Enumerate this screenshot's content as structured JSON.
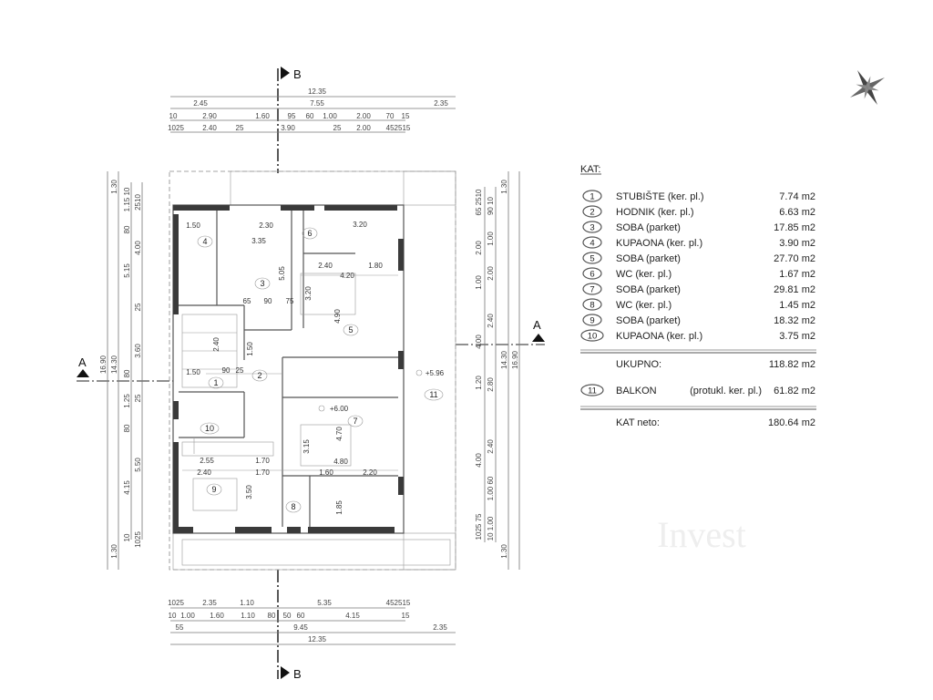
{
  "section_marks": {
    "b": "B",
    "a": "A"
  },
  "watermark": "Invest",
  "dims_top": {
    "r1": [
      "12.35"
    ],
    "r2": [
      "2.45",
      "7.55",
      "2.35"
    ],
    "r3": [
      "10",
      "2.90",
      "1.60",
      "95",
      "60",
      "1.00",
      "2.00",
      "70",
      "15"
    ],
    "r4": [
      "1025",
      "2.40",
      "25",
      "3.90",
      "25",
      "2.00",
      "452515"
    ]
  },
  "dims_bottom": {
    "r1": [
      "1025",
      "2.35",
      "1.10",
      "5.35",
      "452515"
    ],
    "r2": [
      "10",
      "1.00",
      "1.60",
      "1.10",
      "80",
      "50",
      "60",
      "4.15",
      "15"
    ],
    "r3": [
      "55",
      "9.45",
      "2.35"
    ],
    "r4": [
      "12.35"
    ]
  },
  "dims_left": {
    "c1": [
      "16.90"
    ],
    "c2": [
      "1.30",
      "14.30",
      "1.30"
    ],
    "c3": [
      "1.15 10",
      "80",
      "5.15",
      "80",
      "1.25",
      "80",
      "4.15",
      "10"
    ],
    "c4": [
      "2510",
      "4.00",
      "25",
      "3.60",
      "25",
      "5.50",
      "1025"
    ]
  },
  "dims_right": {
    "c1": [
      "65 2510",
      "2.00",
      "1.00",
      "4.00",
      "1.20",
      "4.00",
      "1025 75"
    ],
    "c2": [
      "90 10",
      "1.00",
      "2.00",
      "2.40",
      "2.80",
      "2.40",
      "1.00 60",
      "10 1.00"
    ],
    "c3": [
      "1.30",
      "14.30",
      "1.30"
    ],
    "c4": [
      "16.90"
    ]
  },
  "plan": {
    "rooms": [
      "1",
      "2",
      "3",
      "4",
      "5",
      "6",
      "7",
      "8",
      "9",
      "10",
      "11"
    ],
    "inner_dims": [
      "1.50",
      "3.35",
      "2.30",
      "3.20",
      "2.40",
      "1.80",
      "4.20",
      "5.05",
      "65",
      "90",
      "75",
      "3.20",
      "4.90",
      "4.70",
      "3.15",
      "4.80",
      "2.55",
      "1.70",
      "2.40",
      "1.70",
      "1.60",
      "2.20",
      "3.50",
      "1.85",
      "1.50",
      "2.40",
      "1.50",
      "90",
      "25"
    ],
    "levels": [
      "+5.96",
      "+6.00"
    ]
  },
  "legend": {
    "title": "KAT:",
    "rooms": [
      {
        "no": "1",
        "name": "STUBIŠTE (ker. pl.)",
        "area": "7.74 m2"
      },
      {
        "no": "2",
        "name": "HODNIK (ker. pl.)",
        "area": "6.63 m2"
      },
      {
        "no": "3",
        "name": "SOBA (parket)",
        "area": "17.85 m2"
      },
      {
        "no": "4",
        "name": "KUPAONA (ker. pl.)",
        "area": "3.90 m2"
      },
      {
        "no": "5",
        "name": "SOBA (parket)",
        "area": "27.70 m2"
      },
      {
        "no": "6",
        "name": "WC (ker. pl.)",
        "area": "1.67 m2"
      },
      {
        "no": "7",
        "name": "SOBA (parket)",
        "area": "29.81 m2"
      },
      {
        "no": "8",
        "name": "WC (ker. pl.)",
        "area": "1.45 m2"
      },
      {
        "no": "9",
        "name": "SOBA (parket)",
        "area": "18.32 m2"
      },
      {
        "no": "10",
        "name": "KUPAONA (ker. pl.)",
        "area": "3.75 m2"
      }
    ],
    "total_label": "UKUPNO:",
    "total_area": "118.82 m2",
    "balcony": {
      "no": "11",
      "name": "BALKON",
      "note": "(protukl. ker. pl.)",
      "area": "61.82 m2"
    },
    "net_label": "KAT neto:",
    "net_area": "180.64 m2"
  },
  "colors": {
    "wall": "#3a3a3a",
    "line": "#555555"
  }
}
